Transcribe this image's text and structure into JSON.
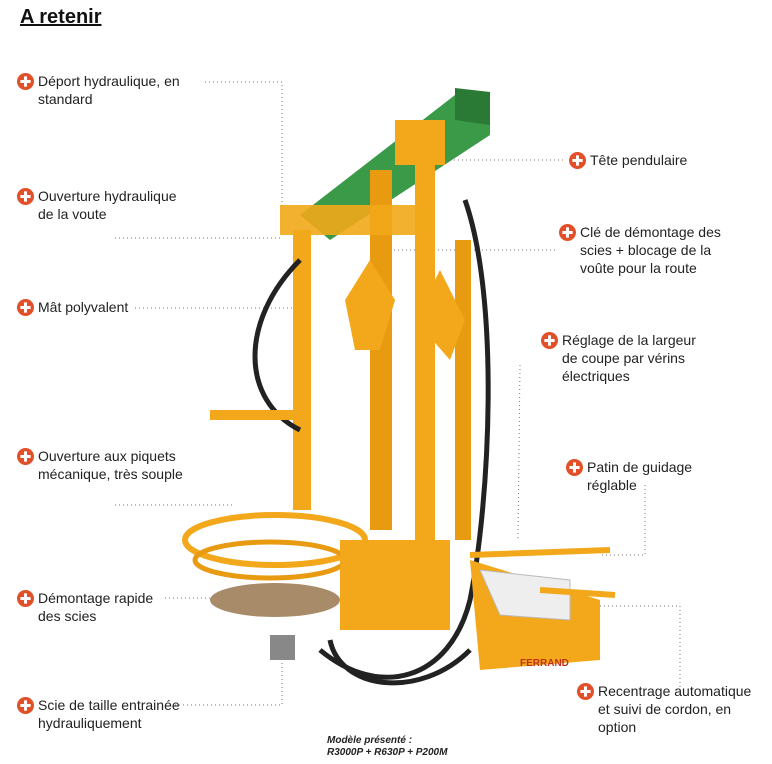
{
  "title": "A retenir",
  "icon": "plus-circle-icon",
  "accent": "#e2502a",
  "machine_color": "#f2a81a",
  "features_left": [
    {
      "l1": "Déport hydraulique, en",
      "l2": "standard"
    },
    {
      "l1": "Ouverture hydraulique",
      "l2": "de la voute"
    },
    {
      "l1": "Mât polyvalent",
      "l2": ""
    },
    {
      "l1": "Ouverture aux piquets",
      "l2": "mécanique, très souple"
    },
    {
      "l1": "Démontage rapide",
      "l2": "des scies"
    },
    {
      "l1": "Scie de taille entrainée",
      "l2": "hydrauliquement"
    }
  ],
  "features_right": [
    {
      "l1": "Tête pendulaire",
      "l2": "",
      "l3": ""
    },
    {
      "l1": "Clé de démontage des",
      "l2": "scies + blocage de la",
      "l3": "voûte pour la route"
    },
    {
      "l1": "Réglage de la largeur",
      "l2": "de coupe par vérins",
      "l3": "électriques"
    },
    {
      "l1": "Patin de guidage",
      "l2": "réglable",
      "l3": ""
    },
    {
      "l1": "Recentrage automatique",
      "l2": "et suivi de cordon, en",
      "l3": "option"
    }
  ],
  "brand": "FERRAND",
  "model": {
    "label": "Modèle présenté :",
    "value": "R3000P + R630P + P200M"
  }
}
